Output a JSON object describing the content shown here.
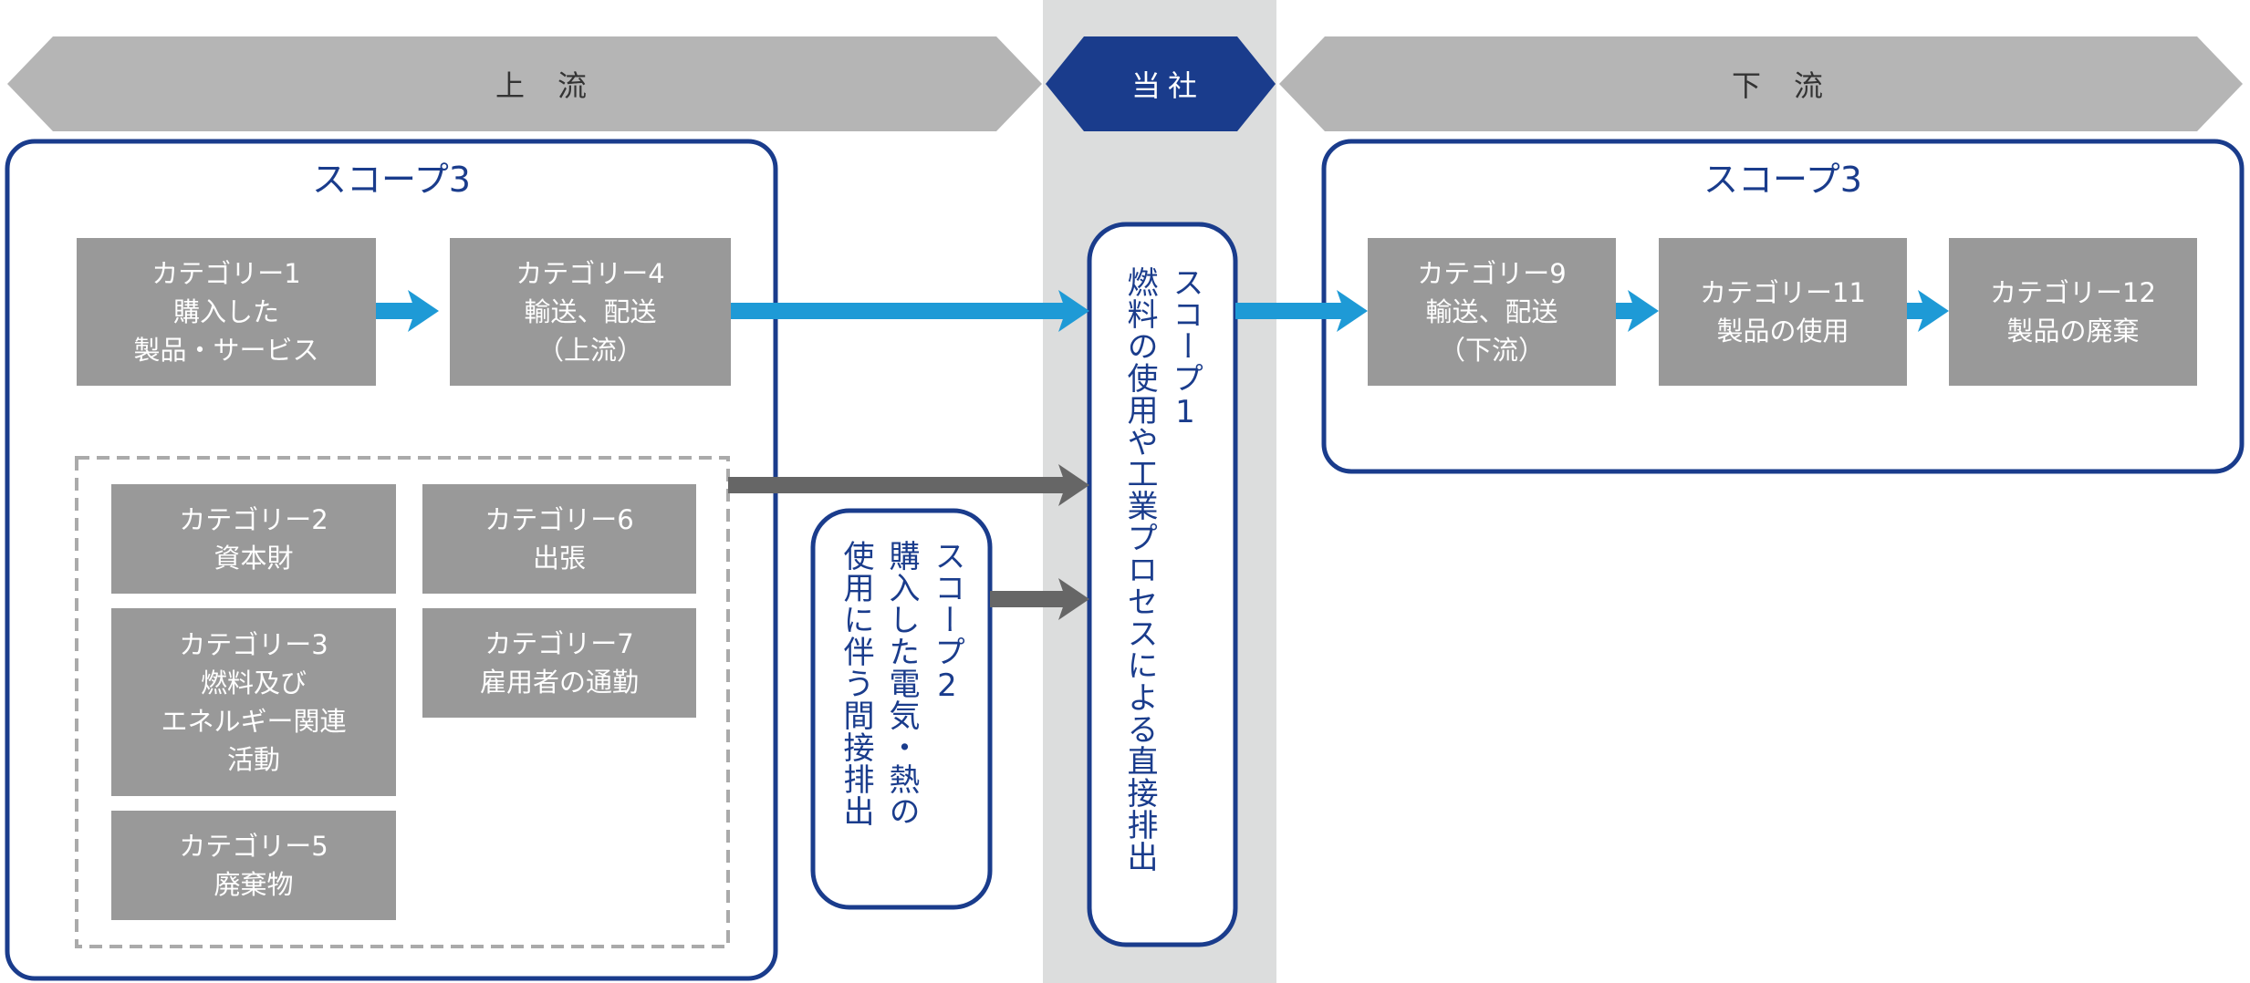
{
  "header": {
    "upstream": "上流",
    "company": "当社",
    "downstream": "下流"
  },
  "upstream_scope": {
    "title": "スコープ3",
    "categories": {
      "cat1": "カテゴリー1\n購入した\n製品・サービス",
      "cat4": "カテゴリー4\n輸送、配送\n（上流）",
      "cat2": "カテゴリー2\n資本財",
      "cat6": "カテゴリー6\n出張",
      "cat3": "カテゴリー3\n燃料及び\nエネルギー関連\n活動",
      "cat7": "カテゴリー7\n雇用者の通勤",
      "cat5": "カテゴリー5\n廃棄物"
    }
  },
  "scope1": {
    "title": "スコープ1",
    "body": "燃料の使用や工業プロセスによる直接排出"
  },
  "scope2": {
    "title": "スコープ2",
    "line1": "購入した電気・熱の",
    "line2": "使用に伴う間接排出"
  },
  "downstream_scope": {
    "title": "スコープ3",
    "categories": {
      "cat9": "カテゴリー9\n輸送、配送\n（下流）",
      "cat11": "カテゴリー11\n製品の使用",
      "cat12": "カテゴリー12\n製品の廃棄"
    }
  },
  "colors": {
    "navy": "#1a3c8c",
    "gray_band": "#b5b5b5",
    "category_fill": "#999999",
    "company_column": "#dcdddd",
    "blue_arrow": "#1e9ad6",
    "dark_arrow": "#666666"
  }
}
